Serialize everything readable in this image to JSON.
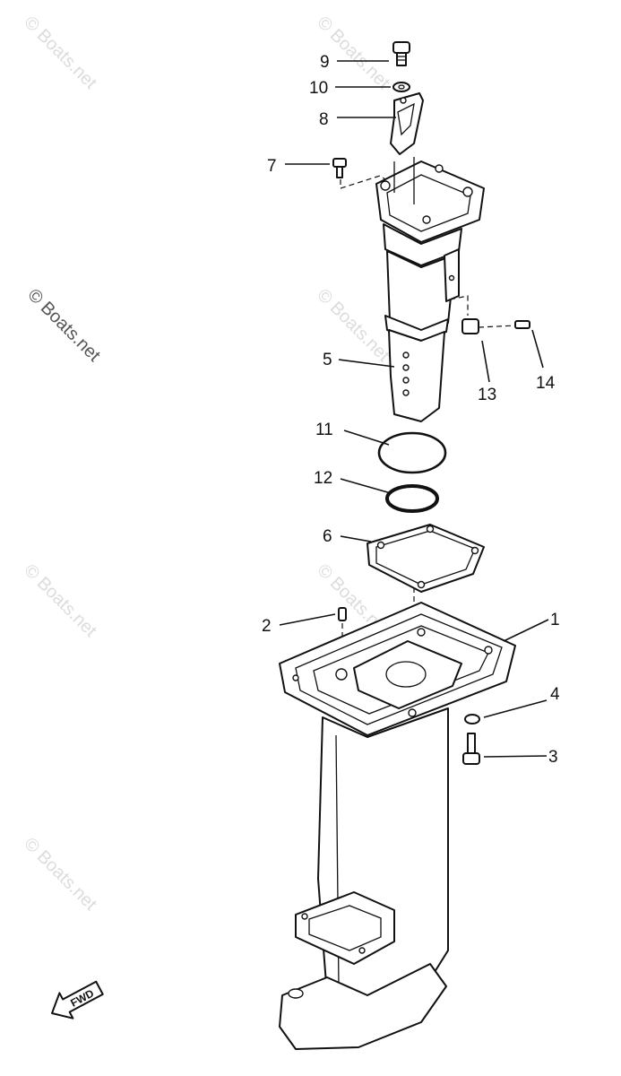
{
  "watermark": {
    "text": "© Boats.net",
    "color_light": "#dcdcdc",
    "color_dark": "#555555"
  },
  "callouts": [
    "1",
    "2",
    "3",
    "4",
    "5",
    "6",
    "7",
    "8",
    "9",
    "10",
    "11",
    "12",
    "13",
    "14"
  ],
  "fwd_label": "FWD",
  "colors": {
    "line": "#111111",
    "background": "#ffffff"
  }
}
